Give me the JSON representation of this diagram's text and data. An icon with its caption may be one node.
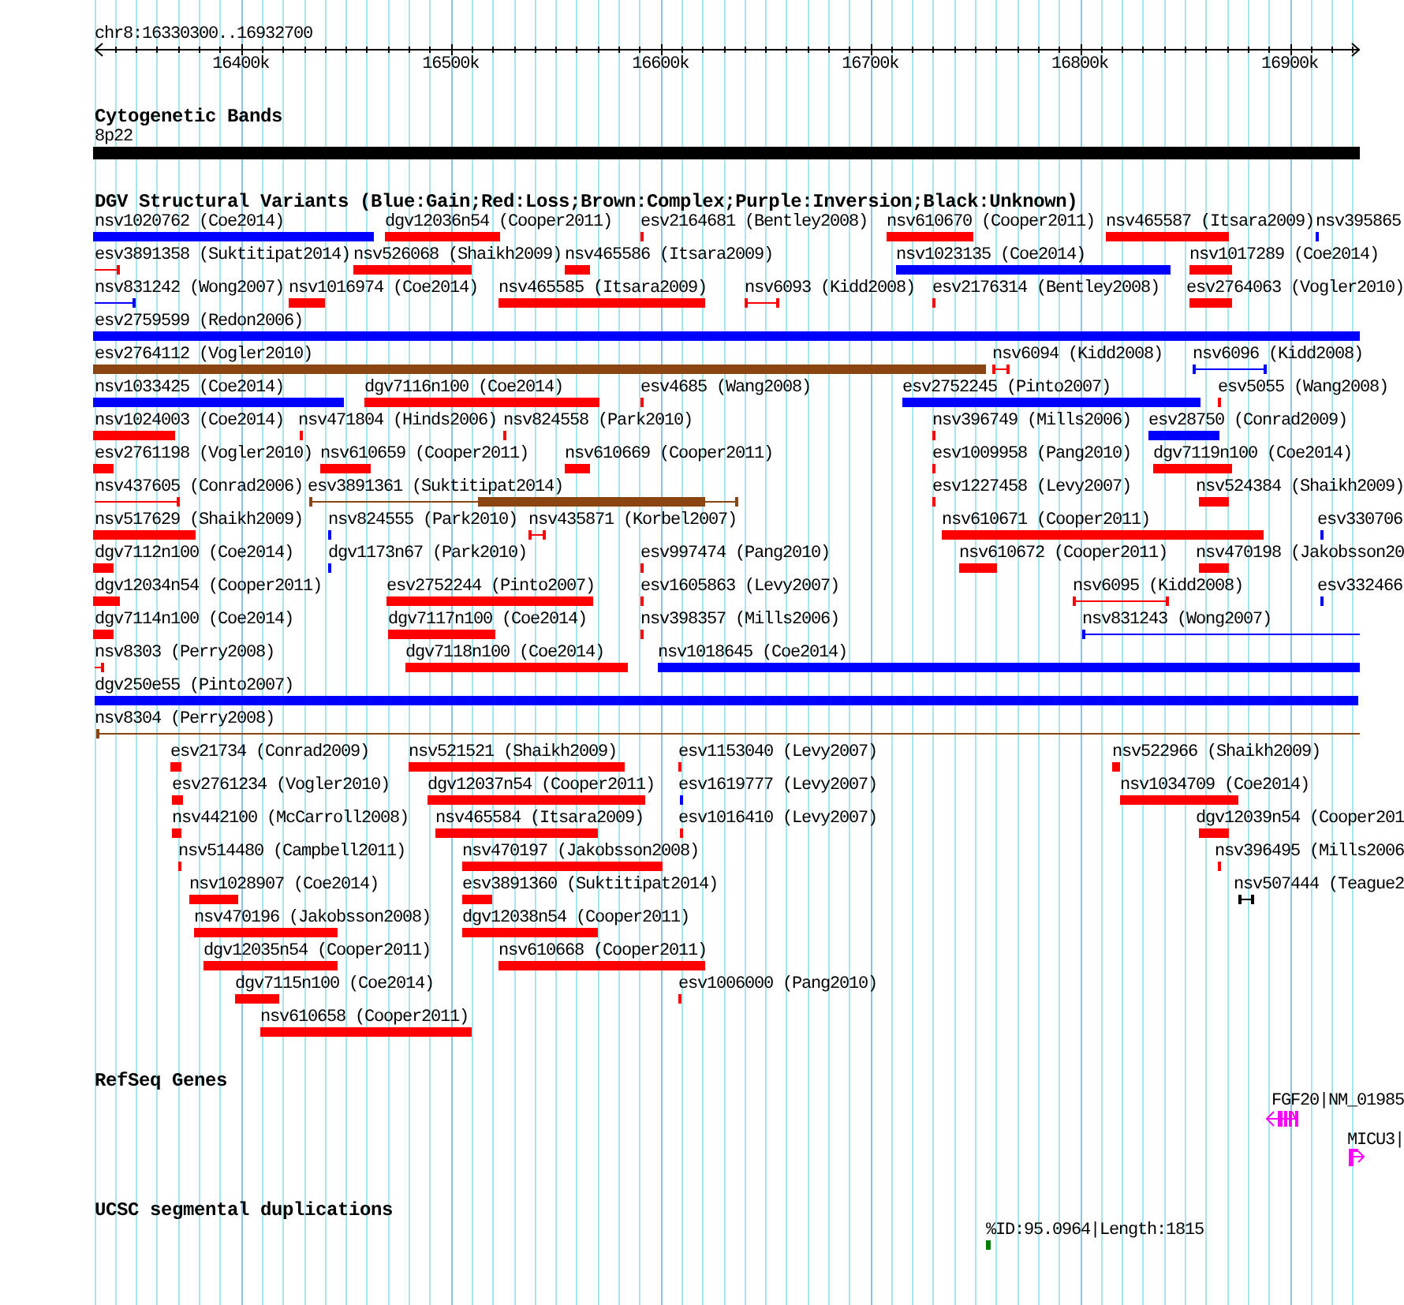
{
  "diagram": {
    "labels": [
      "chr8:16330300..16932700",
      "16400k",
      "16500k",
      "16600k",
      "16700k",
      "16800k",
      "16900k",
      "Cytogenetic Bands",
      "8p22",
      "DGV Structural Variants (Blue:Gain;Red:Loss;Brown:Complex;Purple:Inversion;Black:Unknown)",
      "nsv1020762 (Coe2014)",
      "dgv12036n54 (Cooper2011)",
      "esv2164681 (Bentley2008)",
      "nsv610670 (Cooper2011)",
      "nsv465587 (Itsara2009)",
      "nsv395865",
      "esv3891358 (Suktitipat2014)",
      "nsv526068 (Shaikh2009)",
      "nsv465586 (Itsara2009)",
      "nsv1023135 (Coe2014)",
      "nsv1017289 (Coe2014)",
      "nsv831242 (Wong2007)",
      "nsv1016974 (Coe2014)",
      "nsv465585 (Itsara2009)",
      "nsv6093 (Kidd2008)",
      "esv2176314 (Bentley2008)",
      "esv2764063 (Vogler2010)",
      "esv2759599 (Redon2006)",
      "esv2764112 (Vogler2010)",
      "nsv6094 (Kidd2008)",
      "nsv6096 (Kidd2008)",
      "nsv1033425 (Coe2014)",
      "dgv7116n100 (Coe2014)",
      "esv4685 (Wang2008)",
      "esv2752245 (Pinto2007)",
      "esv5055 (Wang2008)",
      "nsv1024003 (Coe2014)",
      "nsv471804 (Hinds2006)",
      "nsv824558 (Park2010)",
      "nsv396749 (Mills2006)",
      "esv28750 (Conrad2009)",
      "esv2761198 (Vogler2010)",
      "nsv610659 (Cooper2011)",
      "nsv610669 (Cooper2011)",
      "esv1009958 (Pang2010)",
      "dgv7119n100 (Coe2014)",
      "nsv437605 (Conrad2006)",
      "esv3891361 (Suktitipat2014)",
      "esv1227458 (Levy2007)",
      "nsv524384 (Shaikh2009)",
      "nsv517629 (Shaikh2009)",
      "nsv824555 (Park2010)",
      "nsv435871 (Korbel2007)",
      "nsv610671 (Cooper2011)",
      "esv330706",
      "dgv7112n100 (Coe2014)",
      "dgv1173n67 (Park2010)",
      "esv997474 (Pang2010)",
      "nsv610672 (Cooper2011)",
      "nsv470198 (Jakobsson20",
      "dgv12034n54 (Cooper2011)",
      "esv2752244 (Pinto2007)",
      "esv1605863 (Levy2007)",
      "nsv6095 (Kidd2008)",
      "esv332466",
      "dgv7114n100 (Coe2014)",
      "dgv7117n100 (Coe2014)",
      "nsv398357 (Mills2006)",
      "nsv831243 (Wong2007)",
      "nsv8303 (Perry2008)",
      "dgv7118n100 (Coe2014)",
      "nsv1018645 (Coe2014)",
      "dgv250e55 (Pinto2007)",
      "nsv8304 (Perry2008)",
      "esv21734 (Conrad2009)",
      "nsv521521 (Shaikh2009)",
      "esv1153040 (Levy2007)",
      "nsv522966 (Shaikh2009)",
      "esv2761234 (Vogler2010)",
      "dgv12037n54 (Cooper2011)",
      "esv1619777 (Levy2007)",
      "nsv1034709 (Coe2014)",
      "nsv442100 (McCarroll2008)",
      "nsv465584 (Itsara2009)",
      "esv1016410 (Levy2007)",
      "dgv12039n54 (Cooper201",
      "nsv514480 (Campbell2011)",
      "nsv470197 (Jakobsson2008)",
      "nsv396495 (Mills2006",
      "nsv1028907 (Coe2014)",
      "esv3891360 (Suktitipat2014)",
      "nsv507444 (Teague2",
      "nsv470196 (Jakobsson2008)",
      "dgv12038n54 (Cooper2011)",
      "dgv12035n54 (Cooper2011)",
      "nsv610668 (Cooper2011)",
      "dgv7115n100 (Coe2014)",
      "esv1006000 (Pang2010)",
      "nsv610658 (Cooper2011)",
      "RefSeq Genes",
      "FGF20|NM_01985",
      "MICU3|",
      "UCSC segmental duplications",
      "%ID:95.0964|Length:1815"
    ]
  }
}
